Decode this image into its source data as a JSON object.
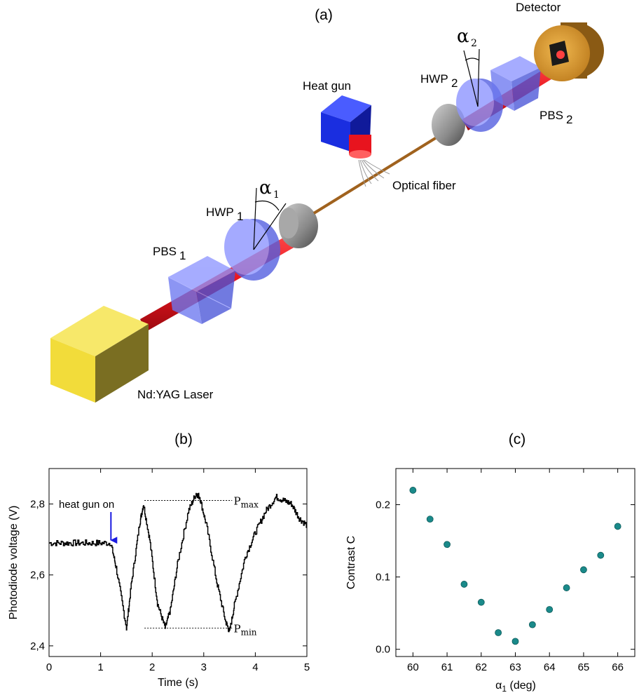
{
  "panel_a": {
    "tag": "(a)",
    "labels": {
      "detector": "Detector",
      "alpha2": "α",
      "alpha2_sub": "2",
      "hwp2": "HWP",
      "hwp2_sub": "2",
      "pbs2": "PBS",
      "pbs2_sub": "2",
      "heat_gun": "Heat gun",
      "optical_fiber": "Optical fiber",
      "alpha1": "α",
      "alpha1_sub": "1",
      "hwp1": "HWP",
      "hwp1_sub": "1",
      "pbs1": "PBS",
      "pbs1_sub": "1",
      "laser": "Nd:YAG Laser"
    },
    "colors": {
      "laser_body": "#f2dc3a",
      "beam": "#e8141e",
      "optics_blue": "#6d78f0",
      "heat_gun_blue": "#1a2ee0",
      "detector_gold": "#d7962d",
      "fiber": "#a0621e",
      "lens_gray": "#8a8a8a"
    }
  },
  "panel_b": {
    "tag": "(b)",
    "xlabel": "Time (s)",
    "ylabel": "Photodiode voltage (V)",
    "annotation": "heat gun on",
    "pmax": "P",
    "pmax_sub": "max",
    "pmin": "P",
    "pmin_sub": "min"
  },
  "panel_c": {
    "tag": "(c)",
    "xlabel": "α",
    "xlabel_sub": "1",
    "xlabel_unit": " (deg)",
    "ylabel": "Contrast C"
  },
  "chart_data": [
    {
      "type": "line",
      "panel": "b",
      "xlabel": "Time (s)",
      "ylabel": "Photodiode voltage (V)",
      "xlim": [
        0,
        5
      ],
      "ylim": [
        2.37,
        2.9
      ],
      "xticks": [
        0,
        1,
        2,
        3,
        4,
        5
      ],
      "yticks": [
        2.4,
        2.6,
        2.8
      ],
      "ytick_labels": [
        "2,4",
        "2,6",
        "2,8"
      ],
      "grid": false,
      "x": [
        0,
        0.3,
        0.6,
        0.9,
        1.2,
        1.3,
        1.5,
        1.6,
        1.75,
        1.83,
        1.95,
        2.1,
        2.25,
        2.35,
        2.5,
        2.7,
        2.85,
        2.92,
        3.05,
        3.25,
        3.42,
        3.5,
        3.6,
        3.8,
        4.0,
        4.2,
        4.4,
        4.55,
        4.7,
        4.85,
        5.0
      ],
      "y": [
        2.69,
        2.69,
        2.69,
        2.69,
        2.69,
        2.62,
        2.45,
        2.58,
        2.74,
        2.8,
        2.7,
        2.52,
        2.45,
        2.5,
        2.64,
        2.78,
        2.83,
        2.82,
        2.74,
        2.58,
        2.47,
        2.44,
        2.52,
        2.65,
        2.72,
        2.78,
        2.82,
        2.81,
        2.8,
        2.76,
        2.74
      ],
      "annotations": [
        {
          "text": "heat gun on",
          "x": 1.2,
          "y": 2.69
        },
        {
          "text": "P_max",
          "y": 2.81
        },
        {
          "text": "P_min",
          "y": 2.45
        }
      ]
    },
    {
      "type": "scatter",
      "panel": "c",
      "xlabel": "α1 (deg)",
      "ylabel": "Contrast C",
      "xlim": [
        59.5,
        66.5
      ],
      "ylim": [
        -0.01,
        0.25
      ],
      "xticks": [
        60,
        61,
        62,
        63,
        64,
        65,
        66
      ],
      "yticks": [
        0.0,
        0.1,
        0.2
      ],
      "ytick_labels": [
        "0.0",
        "0.1",
        "0.2"
      ],
      "grid": false,
      "color": "#1a8a8a",
      "x": [
        60,
        60.5,
        61,
        61.5,
        62,
        62.5,
        63,
        63.5,
        64,
        64.5,
        65,
        65.5,
        66
      ],
      "y": [
        0.22,
        0.18,
        0.145,
        0.09,
        0.065,
        0.023,
        0.011,
        0.034,
        0.055,
        0.085,
        0.11,
        0.13,
        0.17
      ]
    }
  ]
}
